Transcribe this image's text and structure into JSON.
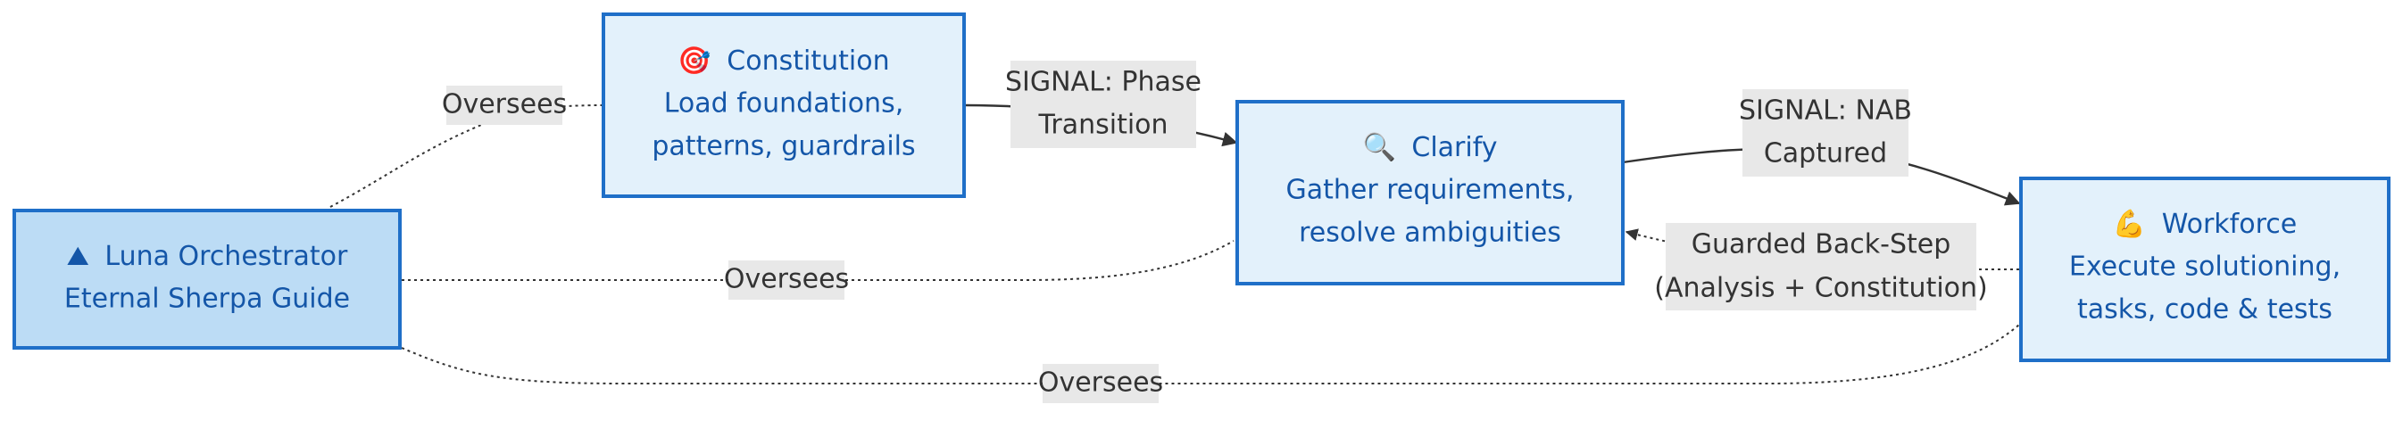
{
  "nodes": {
    "orchestrator": {
      "icon": "⛰",
      "icon_name": "mountain-icon",
      "line1": "Luna Orchestrator",
      "line2": "Eternal Sherpa Guide"
    },
    "constitution": {
      "icon": "🎯",
      "icon_name": "target-icon",
      "line1": "Constitution",
      "line2": "Load foundations,",
      "line3": "patterns, guardrails"
    },
    "clarify": {
      "icon": "🔍",
      "icon_name": "magnifier-icon",
      "line1": "Clarify",
      "line2": "Gather requirements,",
      "line3": "resolve ambiguities"
    },
    "workforce": {
      "icon": "💪",
      "icon_name": "flexed-arm-icon",
      "line1": "Workforce",
      "line2": "Execute solutioning,",
      "line3": "tasks, code & tests"
    }
  },
  "edges": {
    "oversees_constitution": {
      "label": "Oversees"
    },
    "oversees_clarify": {
      "label": "Oversees"
    },
    "oversees_workforce": {
      "label": "Oversees"
    },
    "phase_transition": {
      "line1": "SIGNAL: Phase",
      "line2": "Transition"
    },
    "nab_captured": {
      "line1": "SIGNAL: NAB",
      "line2": "Captured"
    },
    "back_step": {
      "line1": "Guarded Back-Step",
      "line2": "(Analysis + Constitution)"
    }
  },
  "colors": {
    "node_fill": "#e3f1fb",
    "orchestrator_fill": "#bcdcf5",
    "node_border": "#1f6fc8",
    "node_text": "#1456a8",
    "edge": "#333333",
    "label_bg": "#e8e8e8"
  }
}
